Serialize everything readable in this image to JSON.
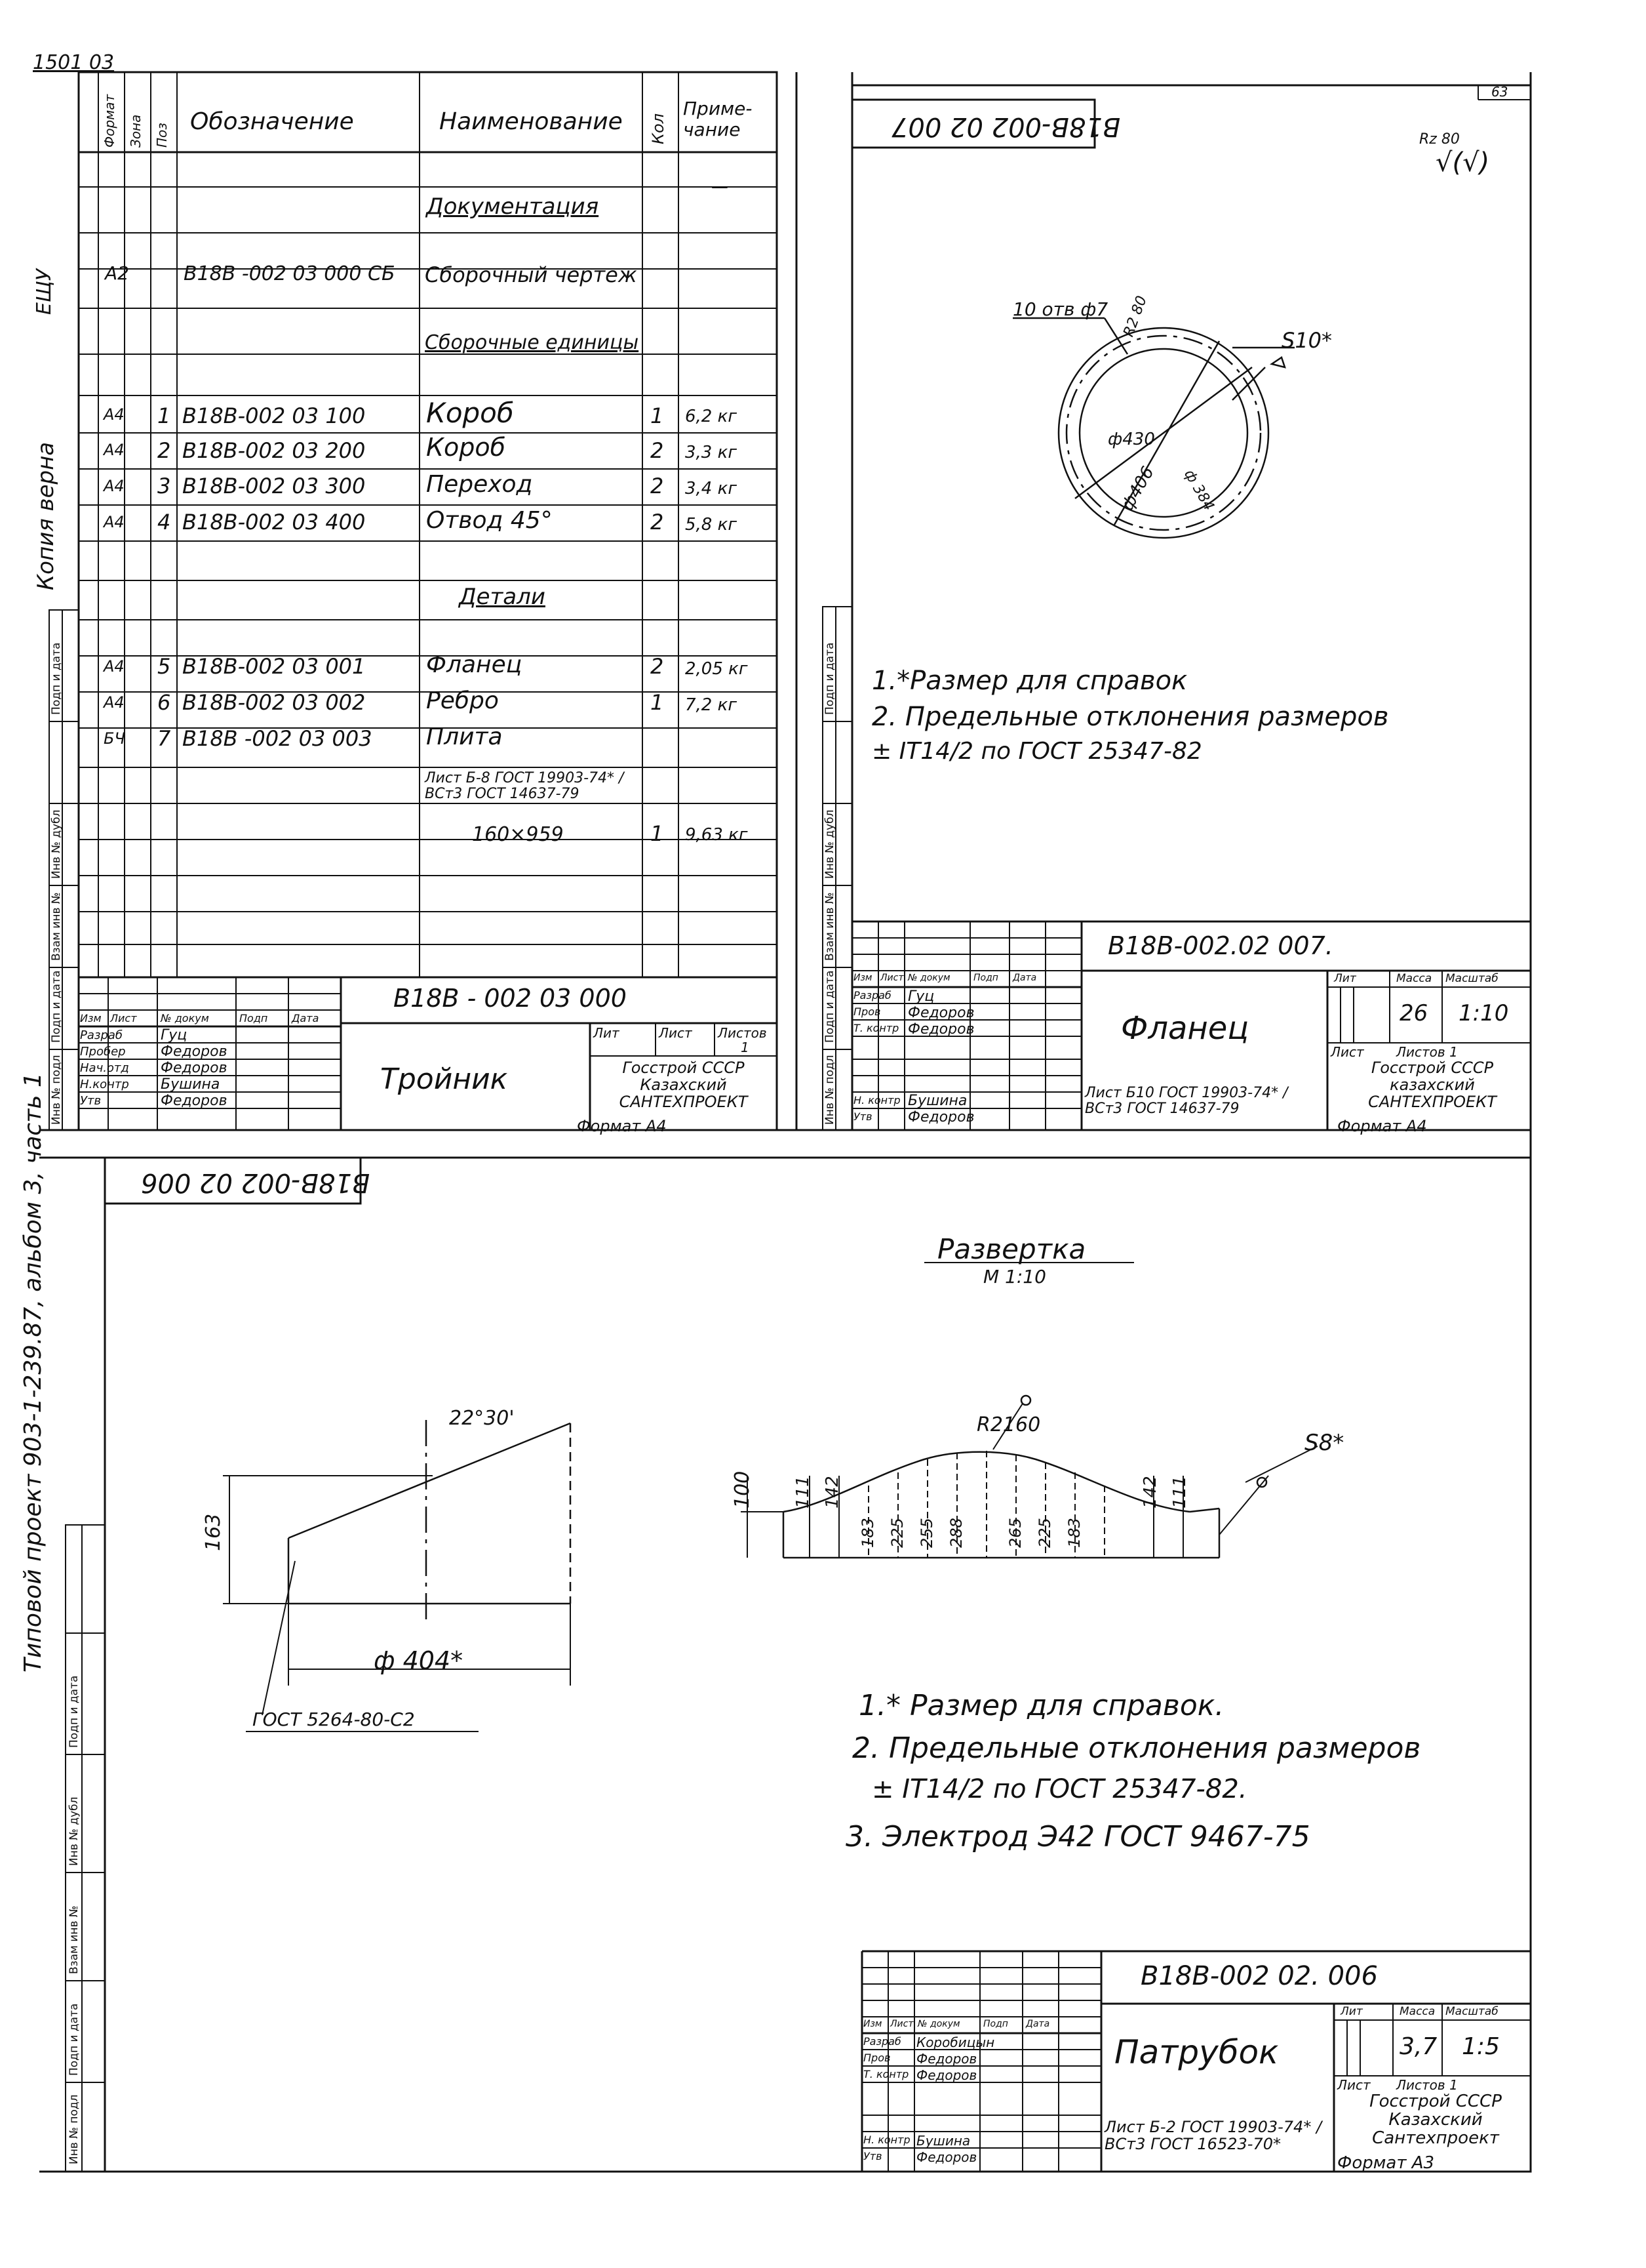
{
  "corner_code": "1501 03",
  "sheet_number": "63",
  "left_margin": {
    "copy_note": "Копия верна",
    "signature": "ЕЩУ",
    "project_note": "Типовой проект 903-1-239.87, альбом 3, часть 1"
  },
  "side_labels": [
    "Инв № подл",
    "Подп и дата",
    "Взам инв №",
    "Инв № дубл",
    "Подп и дата"
  ],
  "spec": {
    "headers": [
      "Формат",
      "Зона",
      "Поз",
      "Обозначение",
      "Наименование",
      "Кол",
      "Приме-чание"
    ],
    "rows": [
      {
        "fmt": "",
        "pos": "",
        "des": "",
        "name": "Документация",
        "qty": "",
        "note": "—"
      },
      {
        "fmt": "А2",
        "pos": "",
        "des": "В18В -002 03 000 СБ",
        "name": "Сборочный чертеж",
        "qty": "",
        "note": ""
      },
      {
        "fmt": "",
        "pos": "",
        "des": "",
        "name": "Сборочные единицы",
        "qty": "",
        "note": ""
      },
      {
        "fmt": "А4",
        "pos": "1",
        "des": "В18В-002 03 100",
        "name": "Короб",
        "qty": "1",
        "note": "6,2 кг"
      },
      {
        "fmt": "А4",
        "pos": "2",
        "des": "В18В-002 03 200",
        "name": "Короб",
        "qty": "2",
        "note": "3,3 кг"
      },
      {
        "fmt": "А4",
        "pos": "3",
        "des": "В18В-002 03 300",
        "name": "Переход",
        "qty": "2",
        "note": "3,4 кг"
      },
      {
        "fmt": "А4",
        "pos": "4",
        "des": "В18В-002 03 400",
        "name": "Отвод 45°",
        "qty": "2",
        "note": "5,8 кг"
      },
      {
        "fmt": "",
        "pos": "",
        "des": "",
        "name": "Детали",
        "qty": "",
        "note": ""
      },
      {
        "fmt": "А4",
        "pos": "5",
        "des": "В18В-002 03 001",
        "name": "Фланец",
        "qty": "2",
        "note": "2,05 кг"
      },
      {
        "fmt": "А4",
        "pos": "6",
        "des": "В18В-002 03 002",
        "name": "Ребро",
        "qty": "1",
        "note": "7,2 кг"
      },
      {
        "fmt": "БЧ",
        "pos": "7",
        "des": "В18В -002 03 003",
        "name": "Плита",
        "qty": "",
        "note": ""
      },
      {
        "fmt": "",
        "pos": "",
        "des": "",
        "name": "Лист Б-8 ГОСТ 19903-74* / ВСт3 ГОСТ 14637-79",
        "qty": "",
        "note": ""
      },
      {
        "fmt": "",
        "pos": "",
        "des": "",
        "name": "160×959",
        "qty": "1",
        "note": "9,63 кг"
      }
    ]
  },
  "stamp_a": {
    "code": "В18В - 002 03 000",
    "title": "Тройник",
    "org": "Госстрой СССР Казахский САНТЕХПРОЕКТ",
    "format": "Формат А4",
    "cols": [
      "Лит",
      "Лист",
      "Листов"
    ],
    "sheets": "1",
    "roles": [
      "Разраб",
      "Пробер",
      "Нач.отд",
      "Н.контр",
      "Утв"
    ],
    "names": [
      "Гуц",
      "Федоров",
      "Федоров",
      "Бушина",
      "Федоров"
    ],
    "head": [
      "Изм",
      "Лист",
      "№ докум",
      "Подп",
      "Дата"
    ]
  },
  "drawing_b": {
    "stamp_code_inverted": "В18В-002 02 007",
    "roughness": "Rz 80",
    "holes": "10 отв ф7",
    "r80": "R2 80",
    "weld": "S10*",
    "d_outer": "ф430",
    "d_inner": "ф406",
    "d_circle": "ф 384",
    "notes": [
      "1.*Размер для справок",
      "2. Предельные отклонения размеров",
      "± IT14/2 по ГОСТ 25347-82"
    ],
    "stamp": {
      "code": "В18В-002.02 007.",
      "title": "Фланец",
      "mass": "26",
      "scale": "1:10",
      "sheets": "Листов 1",
      "material": "Лист Б10 ГОСТ 19903-74* / ВСт3 ГОСТ 14637-79",
      "org": "Госстрой СССР казахский САНТЕХПРОЕКТ",
      "format": "Формат А4",
      "cols": [
        "Лит",
        "Масса",
        "Масштаб"
      ],
      "lists": "Лист",
      "roles": [
        "Разраб",
        "Пров",
        "Т. контр",
        "Н. контр",
        "Утв"
      ],
      "names": [
        "Гуц",
        "Федоров",
        "Федоров",
        "Бушина",
        "Федоров"
      ],
      "head": [
        "Изм",
        "Лист",
        "№ докум",
        "Подп",
        "Дата"
      ]
    }
  },
  "drawing_c": {
    "stamp_code_inverted": "В18В-002 02 006",
    "angle": "22°30'",
    "height": "163",
    "diameter": "ф 404*",
    "weld_std": "ГОСТ 5264-80-С2",
    "unfold_title": "Развертка",
    "unfold_scale": "М 1:10",
    "radius": "R2160",
    "weld": "S8*",
    "ordinates": [
      "100",
      "111",
      "142",
      "183",
      "225",
      "255",
      "288",
      "265",
      "225",
      "183",
      "142",
      "111"
    ],
    "notes": [
      "1.* Размер для справок.",
      "2. Предельные отклонения размеров",
      "± IT14/2 по ГОСТ 25347-82.",
      "3. Электрод Э42 ГОСТ 9467-75"
    ],
    "stamp": {
      "code": "В18В-002 02. 006",
      "title": "Патрубок",
      "mass": "3,7",
      "scale": "1:5",
      "lists": "Лист",
      "sheets": "Листов 1",
      "material": "Лист Б-2 ГОСТ 19903-74* / ВСт3 ГОСТ 16523-70*",
      "org": "Госстрой СССР Казахский Сантехпроект",
      "format": "Формат А3",
      "cols": [
        "Лит",
        "Масса",
        "Масштаб"
      ],
      "roles": [
        "Разраб",
        "Пров",
        "Т. контр",
        "Н. контр",
        "Утв"
      ],
      "names": [
        "Коробицын",
        "Федоров",
        "Федоров",
        "Бушина",
        "Федоров"
      ],
      "head": [
        "Изм",
        "Лист",
        "№ докум",
        "Подп",
        "Дата"
      ]
    }
  }
}
